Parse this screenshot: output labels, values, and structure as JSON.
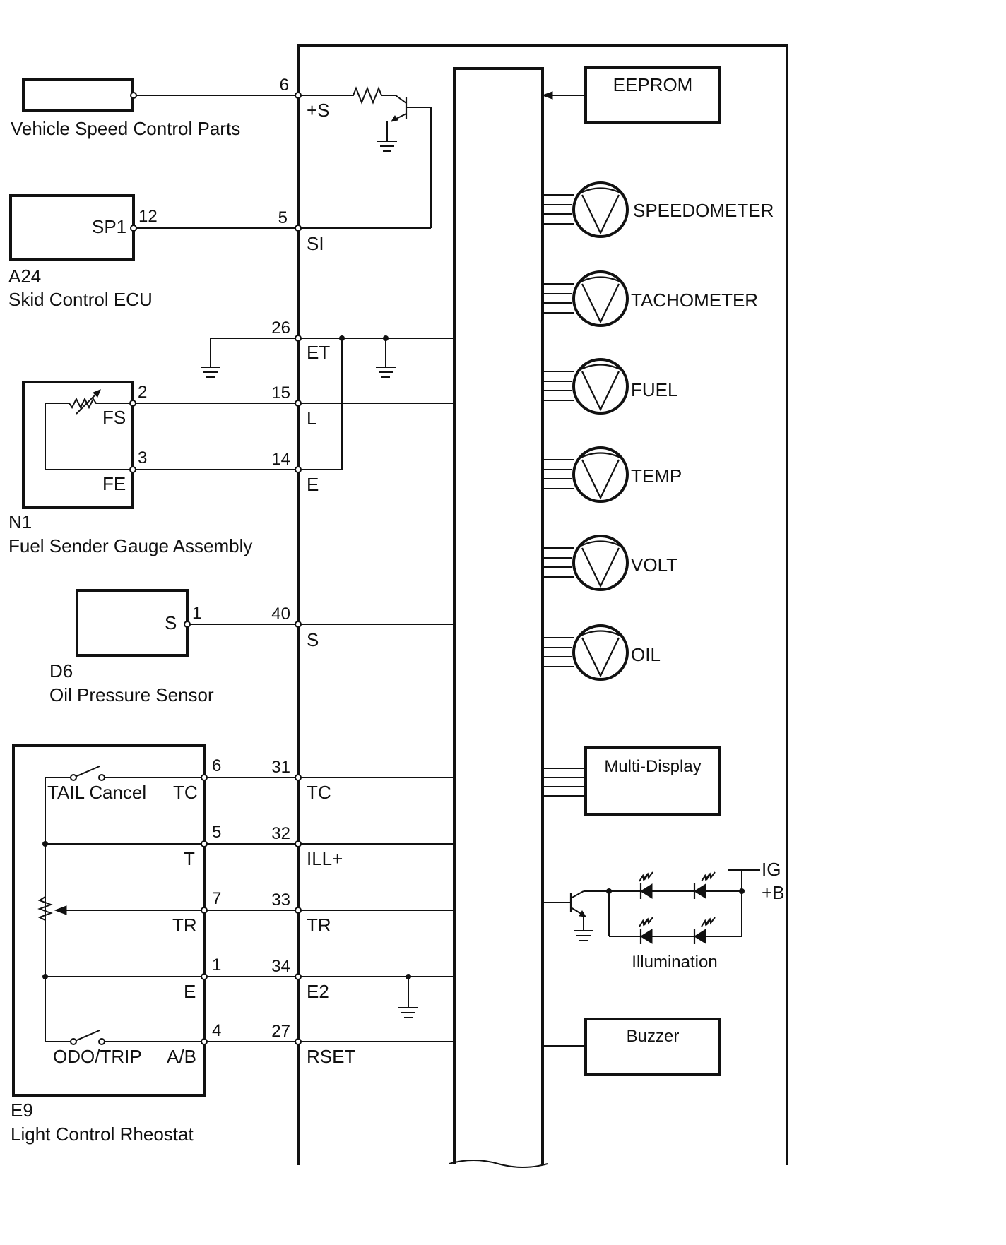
{
  "components": {
    "vehicle_speed": {
      "name": "Vehicle Speed Control Parts"
    },
    "skid_ecu": {
      "code": "A24",
      "name": "Skid Control ECU",
      "pin_label": "SP1",
      "pin_no": "12"
    },
    "fuel_sender": {
      "code": "N1",
      "name": "Fuel Sender Gauge Assembly",
      "pins": [
        {
          "label": "FS",
          "no": "2"
        },
        {
          "label": "FE",
          "no": "3"
        }
      ]
    },
    "oil_sensor": {
      "code": "D6",
      "name": "Oil Pressure Sensor",
      "pin_label": "S",
      "pin_no": "1"
    },
    "rheostat": {
      "code": "E9",
      "name": "Light Control Rheostat",
      "switch_tail": "TAIL Cancel",
      "switch_odo": "ODO/TRIP",
      "pins": [
        {
          "label": "TC",
          "no": "6"
        },
        {
          "label": "T",
          "no": "5"
        },
        {
          "label": "TR",
          "no": "7"
        },
        {
          "label": "E",
          "no": "1"
        },
        {
          "label": "A/B",
          "no": "4"
        }
      ]
    }
  },
  "meter_connector": {
    "terminals": [
      {
        "no": "6",
        "label": "+S"
      },
      {
        "no": "5",
        "label": "SI"
      },
      {
        "no": "26",
        "label": "ET"
      },
      {
        "no": "15",
        "label": "L"
      },
      {
        "no": "14",
        "label": "E"
      },
      {
        "no": "40",
        "label": "S"
      },
      {
        "no": "31",
        "label": "TC"
      },
      {
        "no": "32",
        "label": "ILL+"
      },
      {
        "no": "33",
        "label": "TR"
      },
      {
        "no": "34",
        "label": "E2"
      },
      {
        "no": "27",
        "label": "RSET"
      }
    ]
  },
  "meter_internal": {
    "eeprom": "EEPROM",
    "gauges": [
      "SPEEDOMETER",
      "TACHOMETER",
      "FUEL",
      "TEMP",
      "VOLT",
      "OIL"
    ],
    "multi_display": "Multi-Display",
    "illumination": "Illumination",
    "ig": "IG",
    "plus_b": "+B",
    "buzzer": "Buzzer"
  }
}
